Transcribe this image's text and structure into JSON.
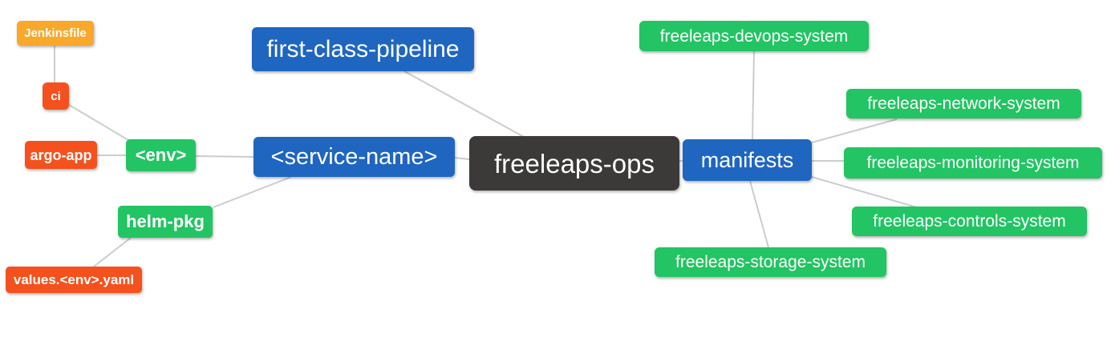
{
  "diagram": {
    "type": "mindmap",
    "root_label": "freeleaps-ops",
    "palette": {
      "blue": "#1f66c0",
      "green": "#22c463",
      "orange": "#f9a82b",
      "red_orange": "#f4511e",
      "dark": "#3b3a38",
      "edge": "#cccccc",
      "text": "#ffffff",
      "background": "#ffffff"
    },
    "nodes": [
      {
        "id": "jenkinsfile",
        "label": "Jenkinsfile",
        "color": "orange"
      },
      {
        "id": "ci",
        "label": "ci",
        "color": "red_orange"
      },
      {
        "id": "argo-app",
        "label": "argo-app",
        "color": "red_orange"
      },
      {
        "id": "env",
        "label": "<env>",
        "color": "green"
      },
      {
        "id": "helm-pkg",
        "label": "helm-pkg",
        "color": "green"
      },
      {
        "id": "values-env-yaml",
        "label": "values.<env>.yaml",
        "color": "red_orange"
      },
      {
        "id": "first-class-pipeline",
        "label": "first-class-pipeline",
        "color": "blue"
      },
      {
        "id": "service-name",
        "label": "<service-name>",
        "color": "blue"
      },
      {
        "id": "freeleaps-ops",
        "label": "freeleaps-ops",
        "color": "dark"
      },
      {
        "id": "manifests",
        "label": "manifests",
        "color": "blue"
      },
      {
        "id": "freeleaps-devops-system",
        "label": "freeleaps-devops-system",
        "color": "green"
      },
      {
        "id": "freeleaps-network-system",
        "label": "freeleaps-network-system",
        "color": "green"
      },
      {
        "id": "freeleaps-monitoring-system",
        "label": "freeleaps-monitoring-system",
        "color": "green"
      },
      {
        "id": "freeleaps-controls-system",
        "label": "freeleaps-controls-system",
        "color": "green"
      },
      {
        "id": "freeleaps-storage-system",
        "label": "freeleaps-storage-system",
        "color": "green"
      }
    ],
    "edges": [
      [
        "jenkinsfile",
        "ci"
      ],
      [
        "ci",
        "env"
      ],
      [
        "argo-app",
        "env"
      ],
      [
        "env",
        "service-name"
      ],
      [
        "helm-pkg",
        "service-name"
      ],
      [
        "values-env-yaml",
        "helm-pkg"
      ],
      [
        "service-name",
        "freeleaps-ops"
      ],
      [
        "first-class-pipeline",
        "freeleaps-ops"
      ],
      [
        "freeleaps-ops",
        "manifests"
      ],
      [
        "manifests",
        "freeleaps-devops-system"
      ],
      [
        "manifests",
        "freeleaps-network-system"
      ],
      [
        "manifests",
        "freeleaps-monitoring-system"
      ],
      [
        "manifests",
        "freeleaps-controls-system"
      ],
      [
        "manifests",
        "freeleaps-storage-system"
      ]
    ]
  }
}
